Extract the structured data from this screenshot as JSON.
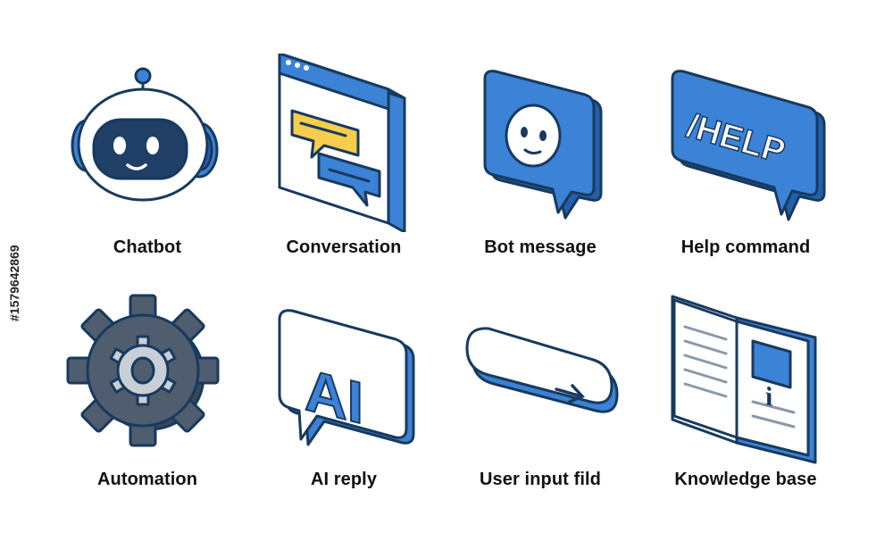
{
  "colors": {
    "outline": "#173a5e",
    "blue": "#3c82d6",
    "blue_dark": "#245fa8",
    "navy": "#1f3f66",
    "yellow": "#f6cd4c",
    "gear": "#4f5d6e",
    "gear_light": "#c9cfd6"
  },
  "icons": [
    {
      "label": "Chatbot",
      "icon": "robot-head-icon"
    },
    {
      "label": "Conversation",
      "icon": "chat-window-icon"
    },
    {
      "label": "Bot message",
      "icon": "bot-speech-bubble-icon"
    },
    {
      "label": "Help command",
      "icon": "help-command-bubble-icon",
      "glyph_text": "/HELP"
    },
    {
      "label": "Automation",
      "icon": "gear-icon"
    },
    {
      "label": "AI reply",
      "icon": "ai-speech-bubble-icon",
      "glyph_text": "AI"
    },
    {
      "label": "User input fild",
      "icon": "input-field-arrow-icon",
      "glyph_text": "→"
    },
    {
      "label": "Knowledge base",
      "icon": "open-book-info-icon",
      "glyph_text": "i"
    }
  ],
  "stock_id": "#1579642869"
}
